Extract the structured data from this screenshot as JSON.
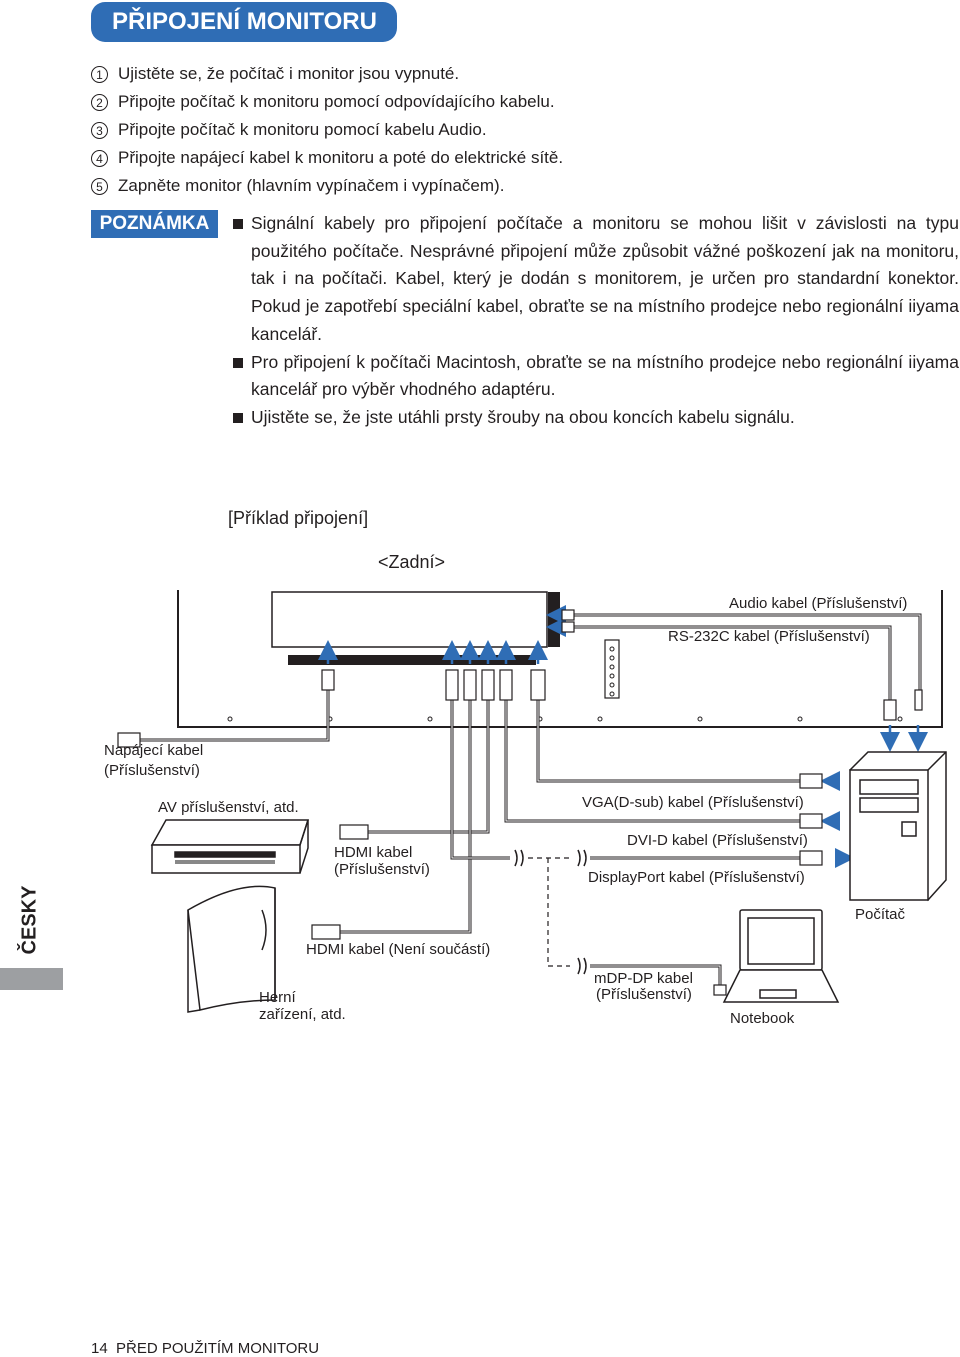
{
  "title": "PŘIPOJENÍ MONITORU",
  "steps": [
    {
      "num": "1",
      "text": "Ujistěte se, že počítač i monitor jsou vypnuté."
    },
    {
      "num": "2",
      "text": "Připojte počítač k monitoru pomocí odpovídajícího kabelu."
    },
    {
      "num": "3",
      "text": "Připojte počítač k monitoru pomocí kabelu Audio."
    },
    {
      "num": "4",
      "text": "Připojte napájecí kabel k monitoru a poté do elektrické sítě."
    },
    {
      "num": "5",
      "text": "Zapněte monitor (hlavním vypínačem i vypínačem)."
    }
  ],
  "note_label": "POZNÁMKA",
  "notes": [
    "Signální kabely pro připojení počítače a monitoru se mohou lišit v závislosti na typu použitého počítače. Nesprávné připojení může způsobit vážné poškození jak na monitoru, tak i na počítači. Kabel, který je dodán s monitorem, je určen pro standardní konektor. Pokud je zapotřebí speciální kabel, obraťte se na místního prodejce nebo regionální iiyama kancelář.",
    "Pro připojení k počítači Macintosh, obraťte se na místního prodejce nebo regionální iiyama kancelář pro výběr vhodného adaptéru.",
    "Ujistěte se, že jste utáhli prsty šrouby na obou koncích kabelu signálu."
  ],
  "diagram": {
    "example_title": "[Příklad připojení]",
    "rear_label": "<Zadní>",
    "audio_cable": "Audio kabel (Příslušenství)",
    "rs232c_cable": "RS-232C kabel (Příslušenství)",
    "power_cable_line1": "Napájecí kabel",
    "power_cable_line2": "(Příslušenství)",
    "av_equipment": "AV příslušenství, atd.",
    "hdmi_acc_line1": "HDMI kabel",
    "hdmi_acc_line2": "(Příslušenství)",
    "vga_cable": "VGA(D-sub) kabel (Příslušenství)",
    "dvid_cable": "DVI-D kabel (Příslušenství)",
    "dp_cable": "DisplayPort kabel (Příslušenství)",
    "computer": "Počítač",
    "hdmi_not_included": "HDMI kabel (Není součástí)",
    "game_line1": "Herní",
    "game_line2": "zařízení, atd.",
    "mdp_line1": "mDP-DP kabel",
    "mdp_line2": "(Příslušenství)",
    "notebook": "Notebook"
  },
  "side_language": "ČESKY",
  "footer": {
    "page_number": "14",
    "section": "PŘED POUŽITÍM MONITORU"
  },
  "colors": {
    "accent": "#2f6db5",
    "side_tab": "#9d9fa2",
    "text": "#231f20"
  }
}
